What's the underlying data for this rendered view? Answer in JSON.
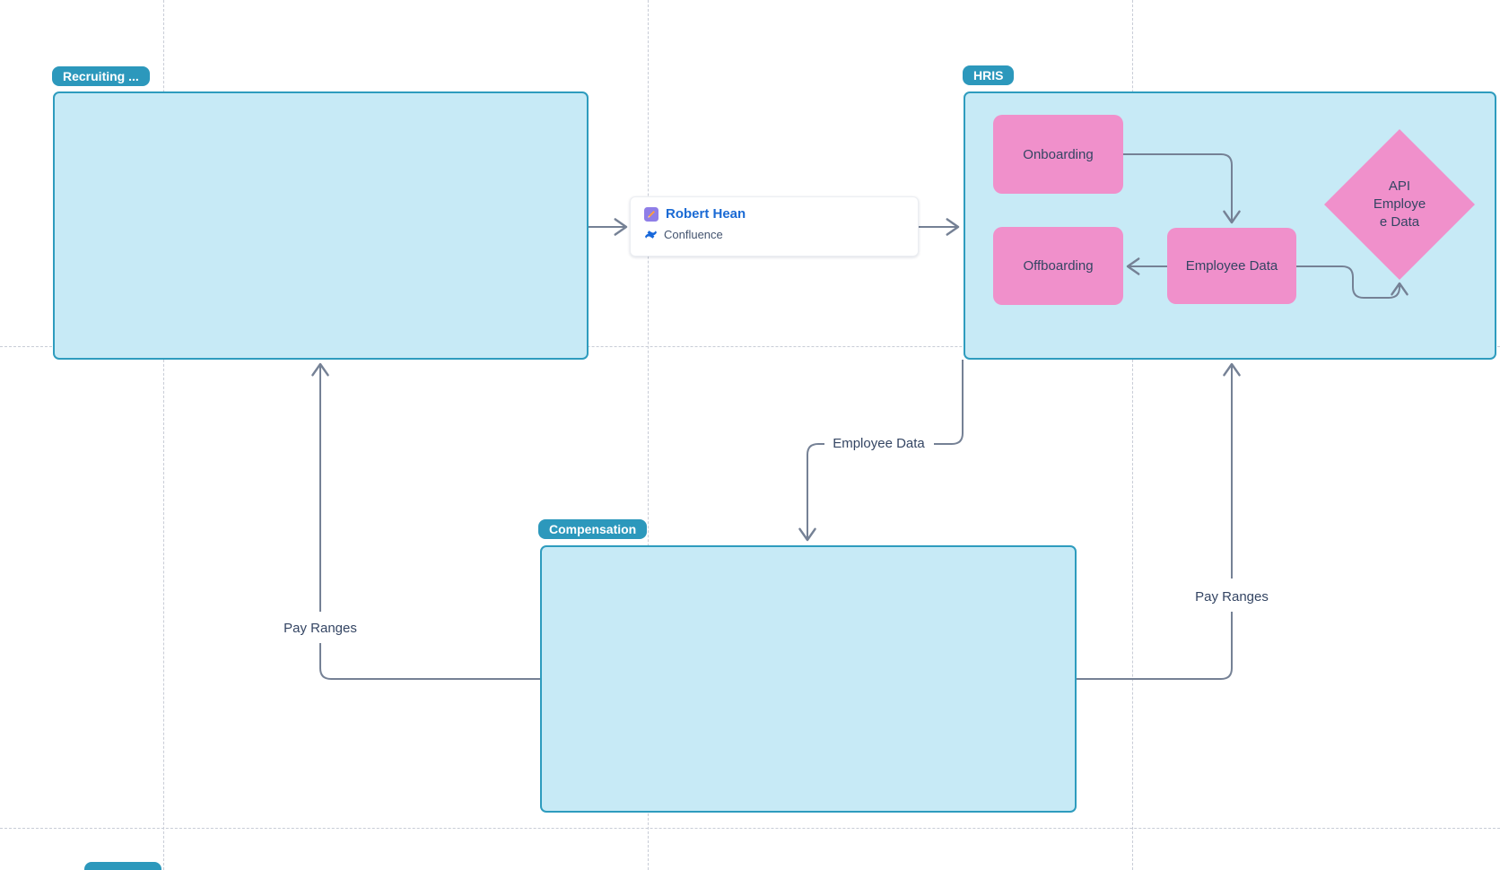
{
  "containers": {
    "recruiting": {
      "label": "Recruiting ..."
    },
    "hris": {
      "label": "HRIS"
    },
    "compensation": {
      "label": "Compensation"
    }
  },
  "hris_nodes": {
    "onboarding": {
      "label": "Onboarding"
    },
    "offboarding": {
      "label": "Offboarding"
    },
    "employee_data": {
      "label": "Employee Data"
    },
    "api_diamond": {
      "label": "API Employee Data",
      "display_lines": [
        "API",
        "Employe",
        "e Data"
      ]
    }
  },
  "card": {
    "title": "Robert Hean",
    "subtitle": "Confluence",
    "title_icon": "whiteboard-icon",
    "subtitle_icon": "confluence-icon"
  },
  "edges": {
    "employee_data_label": "Employee Data",
    "pay_ranges_left_label": "Pay Ranges",
    "pay_ranges_right_label": "Pay Ranges"
  },
  "colors": {
    "container_fill": "#C7EAF6",
    "container_border": "#2E9CBE",
    "pill_bg": "#2C98BC",
    "node_pink": "#F090CB",
    "connector": "#758195",
    "text_dark": "#344563",
    "link_blue": "#1A6AD4"
  }
}
